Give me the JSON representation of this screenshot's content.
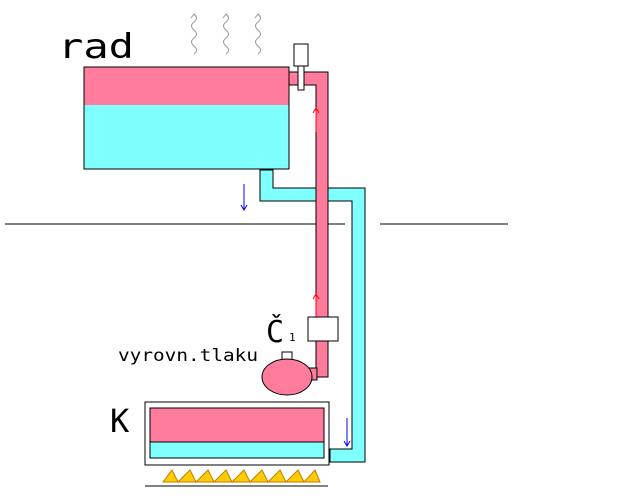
{
  "labels": {
    "radiator": "rad",
    "pump": "Č",
    "pump_subscript": "1",
    "expansion_tank": "vyrovn.tlaku",
    "boiler": "K"
  },
  "colors": {
    "hot": "#ff7c9c",
    "cold": "#80ffff",
    "outline": "#000000",
    "ground_line": "#000000",
    "arrow_hot": "#ff0000",
    "arrow_cold": "#0000ff",
    "flame": "#ffcc00",
    "flame_outline": "#c08000",
    "heat_waves": "#999999"
  },
  "icons": {
    "heat": "heat-waves-icon",
    "flame": "flame-icon",
    "valve": "air-valve-icon"
  }
}
